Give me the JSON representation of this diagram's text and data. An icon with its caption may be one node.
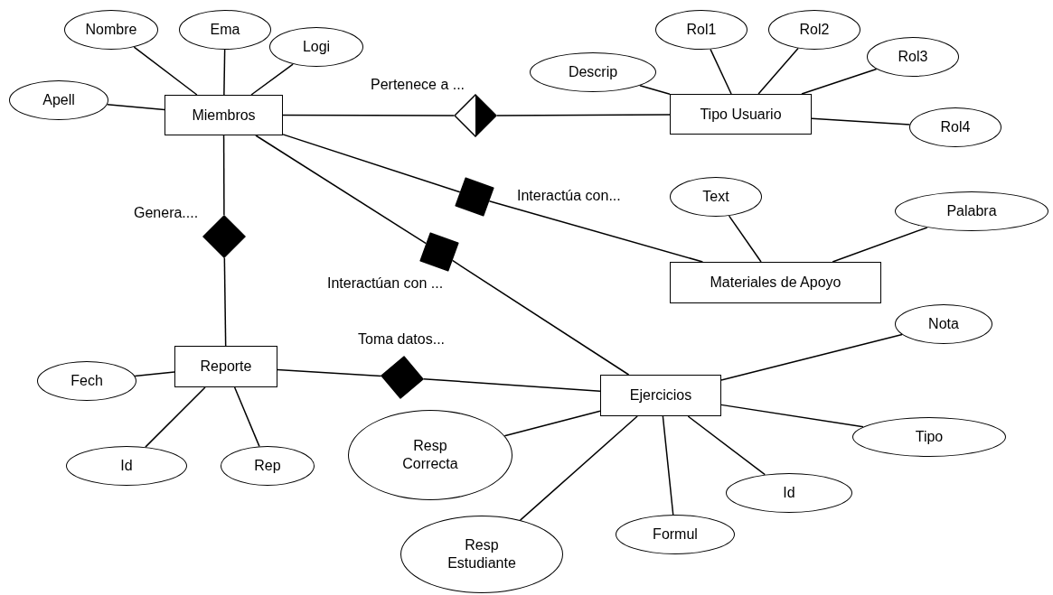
{
  "diagram": {
    "nodes": [
      {
        "text": [
          "Miembros"
        ]
      },
      {
        "text": [
          "Tipo Usuario"
        ]
      },
      {
        "text": [
          "Materiales de Apoyo"
        ]
      },
      {
        "text": [
          "Reporte"
        ]
      },
      {
        "text": [
          "Ejercicios"
        ]
      },
      {
        "text": [
          "Nombre"
        ]
      },
      {
        "text": [
          "Ema"
        ]
      },
      {
        "text": [
          "Logi"
        ]
      },
      {
        "text": [
          "Apell"
        ]
      },
      {
        "text": [
          "Descrip"
        ]
      },
      {
        "text": [
          "Rol1"
        ]
      },
      {
        "text": [
          "Rol2"
        ]
      },
      {
        "text": [
          "Rol3"
        ]
      },
      {
        "text": [
          "Rol4"
        ]
      },
      {
        "text": [
          "Text"
        ]
      },
      {
        "text": [
          "Palabra"
        ]
      },
      {
        "text": [
          "Fech"
        ]
      },
      {
        "text": [
          "Id"
        ]
      },
      {
        "text": [
          "Rep"
        ]
      },
      {
        "text": [
          "Resp Correcta"
        ]
      },
      {
        "text": [
          "Nota"
        ]
      },
      {
        "text": [
          "Tipo"
        ]
      },
      {
        "text": [
          "Id"
        ]
      },
      {
        "text": [
          "Formul"
        ]
      },
      {
        "text": [
          "Resp Estudiante"
        ]
      },
      {
        "text": [],
        "shape": "diamond",
        "beside": [
          "Pertenece a ..."
        ]
      },
      {
        "text": [],
        "shape": "diamond",
        "beside": [
          "Interactúa con..."
        ]
      },
      {
        "text": [],
        "shape": "diamond",
        "beside": [
          "Interactúan con ..."
        ]
      },
      {
        "text": [],
        "shape": "diamond",
        "beside": [
          "Genera...."
        ]
      },
      {
        "text": [],
        "shape": "diamond",
        "beside": [
          "Toma datos..."
        ]
      }
    ],
    "edges": [
      {
        "from": 5,
        "to": 0,
        "arrow": "none"
      },
      {
        "from": 6,
        "to": 0,
        "arrow": "none"
      },
      {
        "from": 7,
        "to": 0,
        "arrow": "none"
      },
      {
        "from": 8,
        "to": 0,
        "arrow": "none"
      },
      {
        "from": 9,
        "to": 1,
        "arrow": "none"
      },
      {
        "from": 10,
        "to": 1,
        "arrow": "none"
      },
      {
        "from": 11,
        "to": 1,
        "arrow": "none"
      },
      {
        "from": 12,
        "to": 1,
        "arrow": "none"
      },
      {
        "from": 13,
        "to": 1,
        "arrow": "none"
      },
      {
        "from": 14,
        "to": 2,
        "arrow": "none"
      },
      {
        "from": 15,
        "to": 2,
        "arrow": "none"
      },
      {
        "from": 16,
        "to": 3,
        "arrow": "none"
      },
      {
        "from": 17,
        "to": 3,
        "arrow": "none"
      },
      {
        "from": 18,
        "to": 3,
        "arrow": "none"
      },
      {
        "from": 19,
        "to": 4,
        "arrow": "none"
      },
      {
        "from": 20,
        "to": 4,
        "arrow": "none"
      },
      {
        "from": 21,
        "to": 4,
        "arrow": "none"
      },
      {
        "from": 22,
        "to": 4,
        "arrow": "none"
      },
      {
        "from": 23,
        "to": 4,
        "arrow": "none"
      },
      {
        "from": 24,
        "to": 4,
        "arrow": "none"
      },
      {
        "from": 0,
        "to": 25,
        "arrow": "none"
      },
      {
        "from": 25,
        "to": 1,
        "arrow": "none"
      },
      {
        "from": 0,
        "to": 26,
        "arrow": "none"
      },
      {
        "from": 26,
        "to": 2,
        "arrow": "none"
      },
      {
        "from": 0,
        "to": 27,
        "arrow": "none"
      },
      {
        "from": 27,
        "to": 4,
        "arrow": "none"
      },
      {
        "from": 0,
        "to": 28,
        "arrow": "none"
      },
      {
        "from": 28,
        "to": 3,
        "arrow": "none"
      },
      {
        "from": 3,
        "to": 29,
        "arrow": "none"
      },
      {
        "from": 29,
        "to": 4,
        "arrow": "none"
      }
    ]
  }
}
